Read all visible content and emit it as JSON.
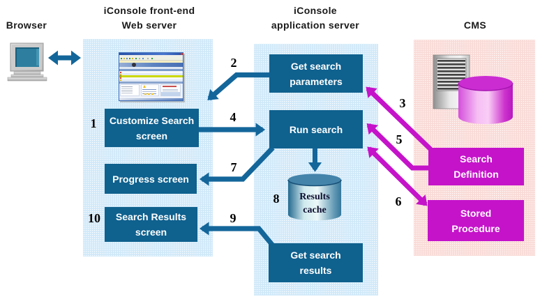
{
  "labels": {
    "browser": "Browser",
    "web_server_line1": "iConsole front-end",
    "web_server_line2": "Web server",
    "app_server_line1": "iConsole",
    "app_server_line2": "application server",
    "cms": "CMS"
  },
  "boxes": {
    "customize_search": {
      "line1": "Customize Search",
      "line2": "screen"
    },
    "progress": {
      "line1": "Progress screen"
    },
    "search_results": {
      "line1": "Search Results",
      "line2": "screen"
    },
    "get_search_parameters": {
      "line1": "Get search",
      "line2": "parameters"
    },
    "run_search": {
      "line1": "Run search"
    },
    "get_search_results": {
      "line1": "Get search",
      "line2": "results"
    },
    "search_definition": {
      "line1": "Search",
      "line2": "Definition"
    },
    "stored_procedure": {
      "line1": "Stored",
      "line2": "Procedure"
    }
  },
  "cache_cylinder": {
    "line1": "Results",
    "line2": "cache"
  },
  "steps": [
    {
      "n": "1"
    },
    {
      "n": "2"
    },
    {
      "n": "3"
    },
    {
      "n": "4"
    },
    {
      "n": "5"
    },
    {
      "n": "6"
    },
    {
      "n": "7"
    },
    {
      "n": "8"
    },
    {
      "n": "9"
    },
    {
      "n": "10"
    }
  ],
  "colors": {
    "process_box_blue": "#0f618e",
    "arrow_blue": "#13669a",
    "magenta": "#c513ca",
    "panel_blue": "#c9e4f6",
    "panel_pink": "#f7cfca"
  }
}
